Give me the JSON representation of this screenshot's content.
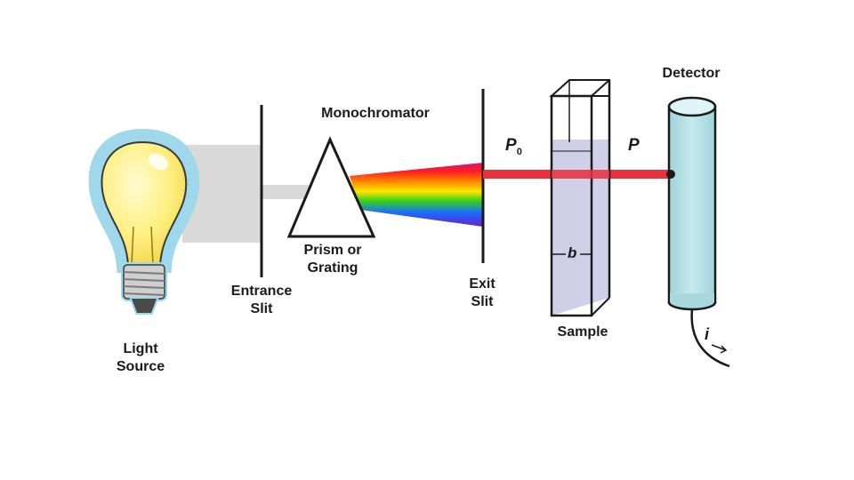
{
  "labels": {
    "light_source_line1": "Light",
    "light_source_line2": "Source",
    "entrance_slit_line1": "Entrance",
    "entrance_slit_line2": "Slit",
    "monochromator": "Monochromator",
    "prism_line1": "Prism or",
    "prism_line2": "Grating",
    "exit_slit_line1": "Exit",
    "exit_slit_line2": "Slit",
    "sample": "Sample",
    "detector": "Detector"
  },
  "symbols": {
    "incident_power": "P",
    "incident_power_subscript": "0",
    "transmitted_power": "P",
    "path_length": "b",
    "current": "i"
  },
  "colors": {
    "bulb_glass": "#ffef80",
    "bulb_glow": "#9ed8ea",
    "white_beam": "#d6d6d6",
    "laser_beam": "#e8323c",
    "cuvette_liquid": "#c8c8e6",
    "detector_body": "#b6e0e4"
  }
}
